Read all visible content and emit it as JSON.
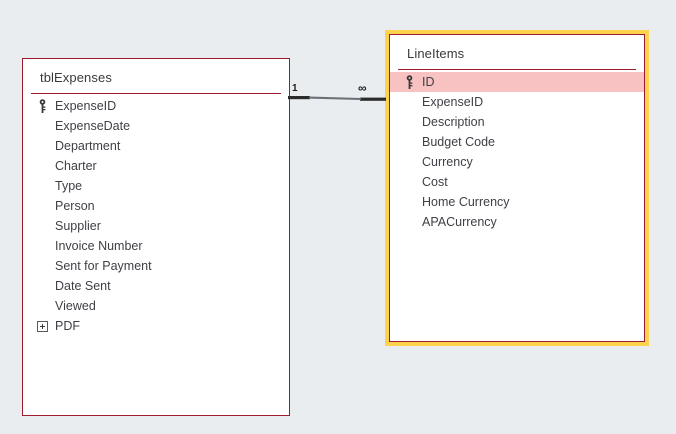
{
  "view": {
    "name": "access-relationships-diagram",
    "background_color": "#eaedf0"
  },
  "tables": [
    {
      "id": "tblExpenses",
      "title": "tblExpenses",
      "selected": false,
      "border_color": "#9c1b2e",
      "fields": [
        {
          "label": "ExpenseID",
          "icon": "key-icon",
          "primary_key": true,
          "highlighted": false
        },
        {
          "label": "ExpenseDate",
          "icon": null,
          "primary_key": false,
          "highlighted": false
        },
        {
          "label": "Department",
          "icon": null,
          "primary_key": false,
          "highlighted": false
        },
        {
          "label": "Charter",
          "icon": null,
          "primary_key": false,
          "highlighted": false
        },
        {
          "label": "Type",
          "icon": null,
          "primary_key": false,
          "highlighted": false
        },
        {
          "label": "Person",
          "icon": null,
          "primary_key": false,
          "highlighted": false
        },
        {
          "label": "Supplier",
          "icon": null,
          "primary_key": false,
          "highlighted": false
        },
        {
          "label": "Invoice Number",
          "icon": null,
          "primary_key": false,
          "highlighted": false
        },
        {
          "label": "Sent for Payment",
          "icon": null,
          "primary_key": false,
          "highlighted": false
        },
        {
          "label": "Date Sent",
          "icon": null,
          "primary_key": false,
          "highlighted": false
        },
        {
          "label": "Viewed",
          "icon": null,
          "primary_key": false,
          "highlighted": false
        },
        {
          "label": "PDF",
          "icon": "expand-icon",
          "primary_key": false,
          "highlighted": false
        }
      ]
    },
    {
      "id": "LineItems",
      "title": "LineItems",
      "selected": true,
      "border_color": "#9c1b2e",
      "selection_color": "#ffd24d",
      "fields": [
        {
          "label": "ID",
          "icon": "key-icon",
          "primary_key": true,
          "highlighted": true
        },
        {
          "label": "ExpenseID",
          "icon": null,
          "primary_key": false,
          "highlighted": false
        },
        {
          "label": "Description",
          "icon": null,
          "primary_key": false,
          "highlighted": false
        },
        {
          "label": "Budget Code",
          "icon": null,
          "primary_key": false,
          "highlighted": false
        },
        {
          "label": "Currency",
          "icon": null,
          "primary_key": false,
          "highlighted": false
        },
        {
          "label": "Cost",
          "icon": null,
          "primary_key": false,
          "highlighted": false
        },
        {
          "label": "Home Currency",
          "icon": null,
          "primary_key": false,
          "highlighted": false
        },
        {
          "label": "APACurrency",
          "icon": null,
          "primary_key": false,
          "highlighted": false
        }
      ]
    }
  ],
  "relationship": {
    "from_table": "tblExpenses",
    "from_field": "ExpenseID",
    "to_table": "LineItems",
    "to_field": "ExpenseID",
    "left_cardinality": "1",
    "right_cardinality": "∞",
    "line_color": "#555a5e"
  }
}
